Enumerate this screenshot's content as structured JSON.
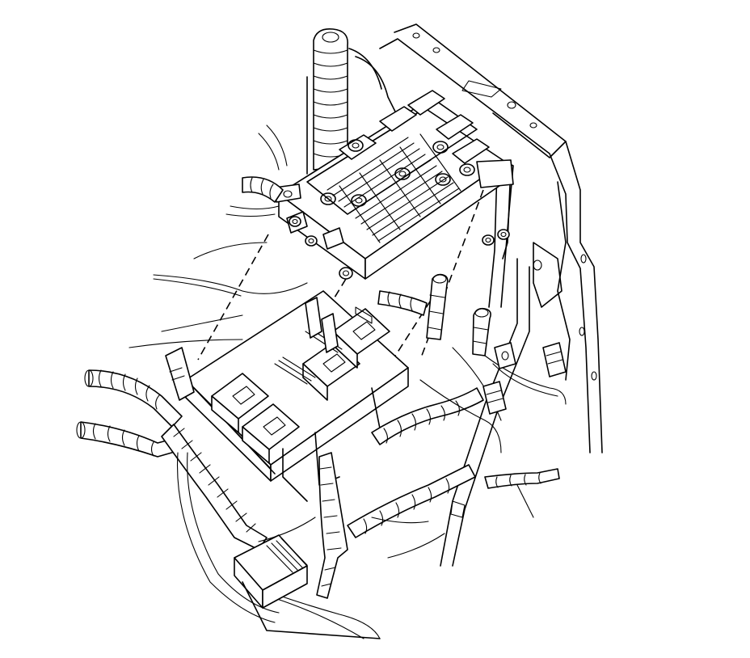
{
  "diagram": {
    "ink_color": "#000000",
    "paper_color": "#ffffff",
    "components": [
      "fuse-relay-block",
      "relay-center-bracket",
      "wiring-harness",
      "vertical-conduit",
      "body-bracket",
      "harness-connector",
      "lower-connector",
      "mounting-bolt"
    ]
  }
}
